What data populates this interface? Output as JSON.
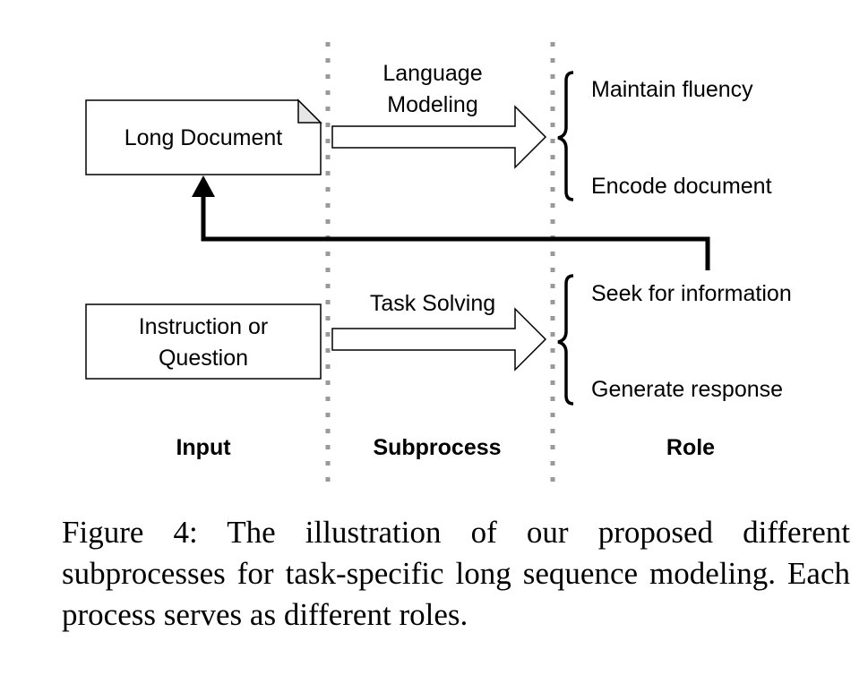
{
  "inputs": {
    "document_label": "Long Document",
    "instruction_line1": "Instruction or",
    "instruction_line2": "Question"
  },
  "subprocesses": {
    "language_modeling_line1": "Language",
    "language_modeling_line2": "Modeling",
    "task_solving": "Task Solving"
  },
  "roles": {
    "maintain_fluency": "Maintain fluency",
    "encode_document": "Encode document",
    "seek_information": "Seek for information",
    "generate_response": "Generate response"
  },
  "columns": {
    "input": "Input",
    "subprocess": "Subprocess",
    "role": "Role"
  },
  "caption": "Figure 4: The illustration of our proposed different subprocesses for task-specific long sequence modeling. Each process serves as different roles."
}
